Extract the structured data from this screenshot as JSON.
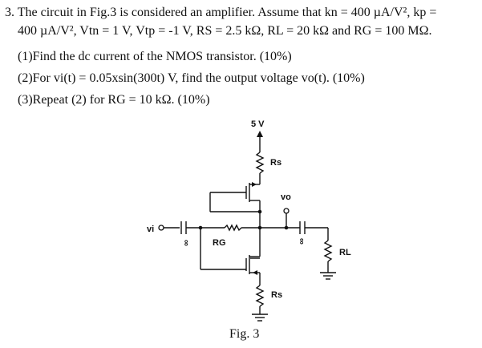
{
  "problem": {
    "line1": "3. The circuit in Fig.3 is considered an amplifier. Assume that kn = 400 µA/V², kp =",
    "line2": "400 µA/V², Vtn = 1 V, Vtp = -1 V, RS = 2.5 kΩ, RL = 20 kΩ and RG = 100 MΩ.",
    "q1": "(1)Find the dc current of the NMOS transistor. (10%)",
    "q2": "(2)For vi(t) = 0.05xsin(300t) V, find the output voltage vo(t). (10%)",
    "q3": "(3)Repeat (2) for RG = 10 kΩ. (10%)"
  },
  "figure": {
    "caption": "Fig. 3",
    "supply_label": "5 V",
    "vi_label": "vi",
    "vo_label": "vo",
    "rs_top_label": "Rs",
    "rs_bottom_label": "Rs",
    "rg_label": "RG",
    "rl_label": "RL",
    "cap_in_label": "∞",
    "cap_out_label": "∞"
  }
}
